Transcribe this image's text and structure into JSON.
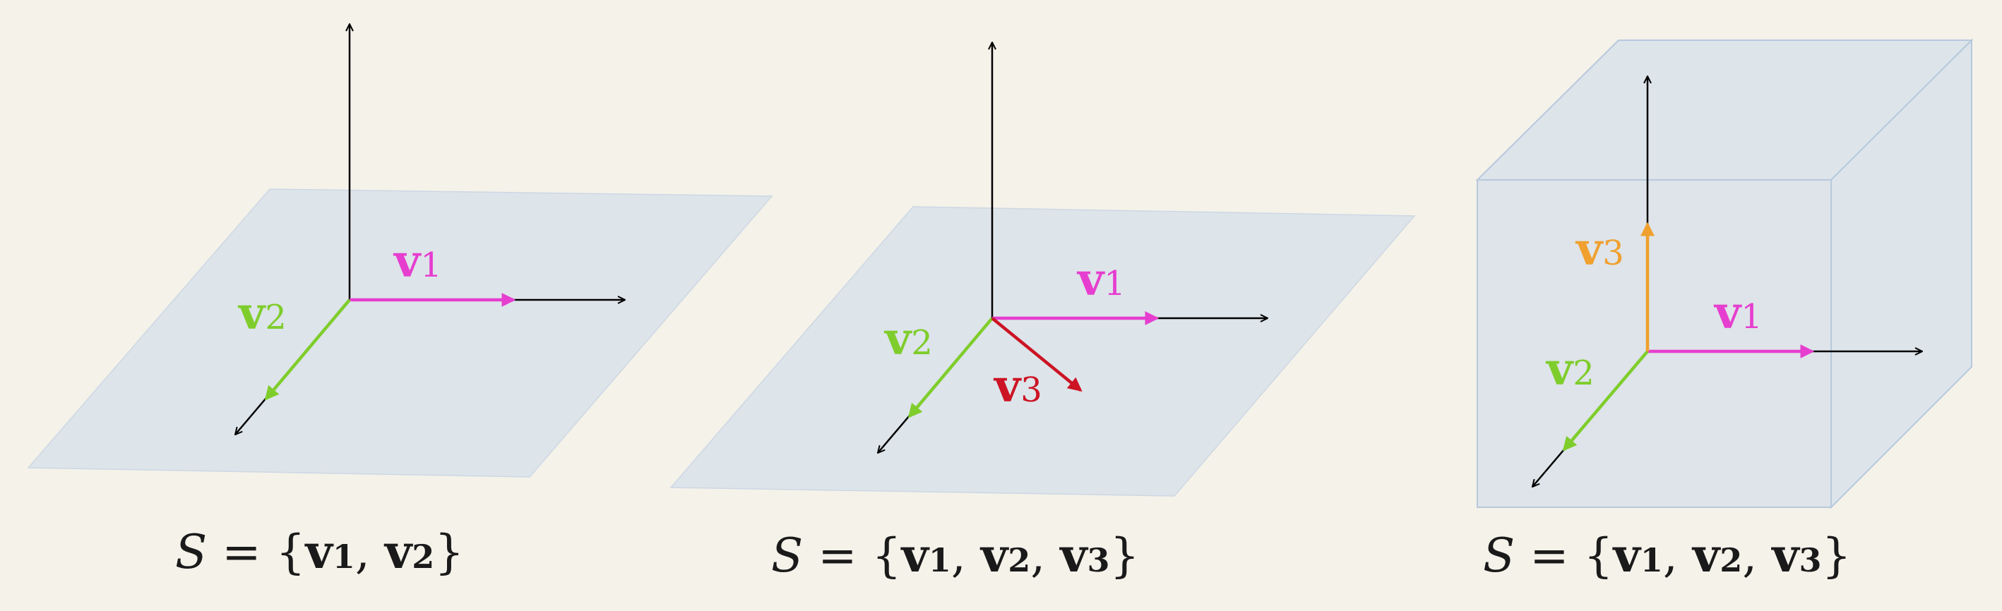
{
  "colors": {
    "background": "#f5f2ea",
    "plane_fill": "#dde4ea",
    "plane_edge": "#b7c9dc",
    "axis": "#000000",
    "v1": "#e63ecf",
    "v2": "#7fcd2c",
    "v3_panel2": "#cc1424",
    "v3_panel3": "#f0a02e"
  },
  "panels": [
    {
      "vectors": [
        {
          "name": "v",
          "sub": "1",
          "color_key": "v1"
        },
        {
          "name": "v",
          "sub": "2",
          "color_key": "v2"
        }
      ],
      "caption": {
        "set_symbol": "S",
        "equals": "=",
        "open": "{",
        "close": "}",
        "comma": ",",
        "items": [
          {
            "name": "v",
            "sub": "1"
          },
          {
            "name": "v",
            "sub": "2"
          }
        ]
      }
    },
    {
      "vectors": [
        {
          "name": "v",
          "sub": "1",
          "color_key": "v1"
        },
        {
          "name": "v",
          "sub": "2",
          "color_key": "v2"
        },
        {
          "name": "v",
          "sub": "3",
          "color_key": "v3_panel2"
        }
      ],
      "caption": {
        "set_symbol": "S",
        "equals": "=",
        "open": "{",
        "close": "}",
        "comma": ",",
        "items": [
          {
            "name": "v",
            "sub": "1"
          },
          {
            "name": "v",
            "sub": "2"
          },
          {
            "name": "v",
            "sub": "3"
          }
        ]
      }
    },
    {
      "vectors": [
        {
          "name": "v",
          "sub": "1",
          "color_key": "v1"
        },
        {
          "name": "v",
          "sub": "2",
          "color_key": "v2"
        },
        {
          "name": "v",
          "sub": "3",
          "color_key": "v3_panel3"
        }
      ],
      "caption": {
        "set_symbol": "S",
        "equals": "=",
        "open": "{",
        "close": "}",
        "comma": ",",
        "items": [
          {
            "name": "v",
            "sub": "1"
          },
          {
            "name": "v",
            "sub": "2"
          },
          {
            "name": "v",
            "sub": "3"
          }
        ]
      }
    }
  ]
}
